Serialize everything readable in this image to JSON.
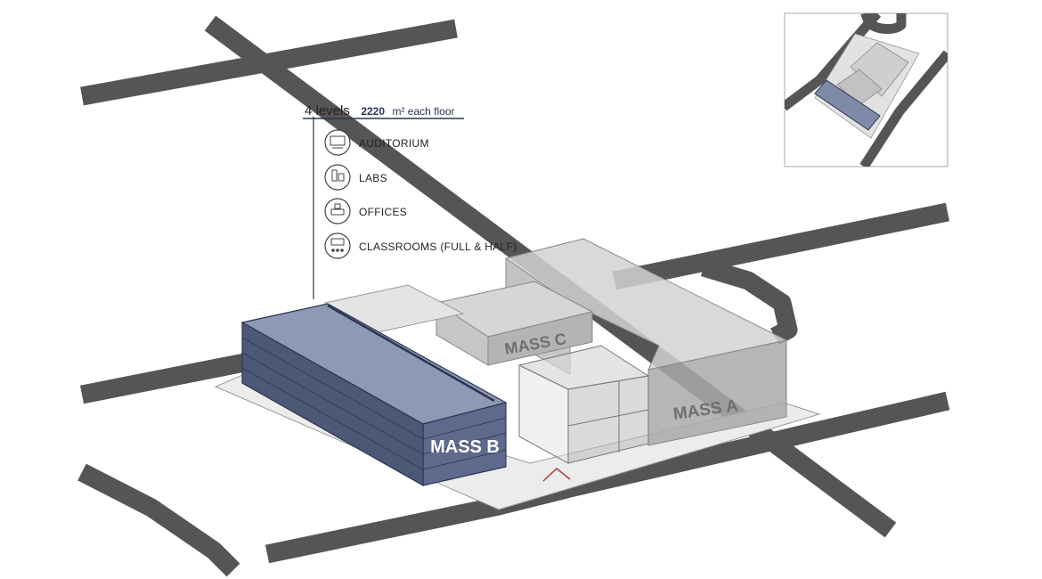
{
  "program": {
    "levels": "4 levels",
    "area_value": "2220",
    "area_unit": "m² each floor",
    "uses": [
      {
        "label": "AUDITORIUM",
        "icon": "stage-icon"
      },
      {
        "label": "LABS",
        "icon": "lab-equipment-icon"
      },
      {
        "label": "OFFICES",
        "icon": "desk-icon"
      },
      {
        "label": "CLASSROOMS (FULL & HALF)",
        "icon": "classroom-icon"
      }
    ]
  },
  "masses": {
    "a": "MASS A",
    "b": "MASS B",
    "c": "MASS C"
  },
  "colors": {
    "road": "#555555",
    "mass_b": "#8e99b4",
    "mass_b_edge": "#2b3553",
    "mass_grey": "#c8c8c8",
    "site": "#ececec",
    "accent_line": "#2b3553",
    "entrance_arrow": "#b23b3b"
  }
}
